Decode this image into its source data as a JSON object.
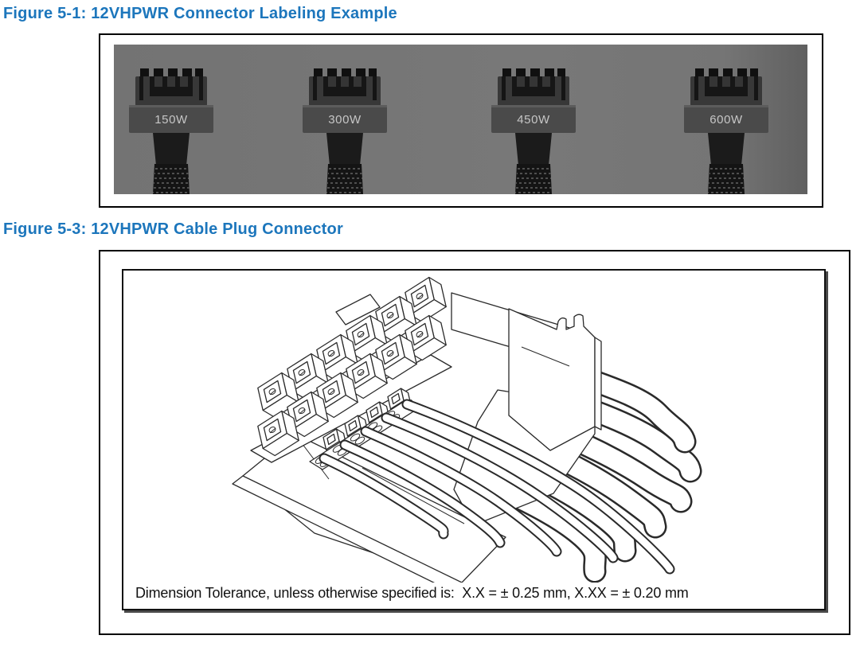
{
  "figure1": {
    "title": "Figure 5-1: 12VHPWR Connector Labeling Example",
    "connector_labels": [
      "150W",
      "300W",
      "450W",
      "600W"
    ],
    "colors": {
      "photo_background": "#767676",
      "connector_housing": "#383838",
      "connector_body": "#4a4a4a",
      "cable_neck": "#1b1b1b",
      "cable_braid": "#141414",
      "label_text": "#c6c6c6"
    }
  },
  "figure2": {
    "title": "Figure 5-3: 12VHPWR Cable Plug Connector",
    "caption": "Dimension Tolerance, unless otherwise specified is:  X.X = ± 0.25 mm, X.XX = ± 0.20 mm"
  },
  "colors": {
    "heading_blue": "#1c76bc",
    "body_text": "#111111",
    "frame_border": "#000000",
    "line_art": "#2a2a2a",
    "page_background": "#ffffff"
  }
}
